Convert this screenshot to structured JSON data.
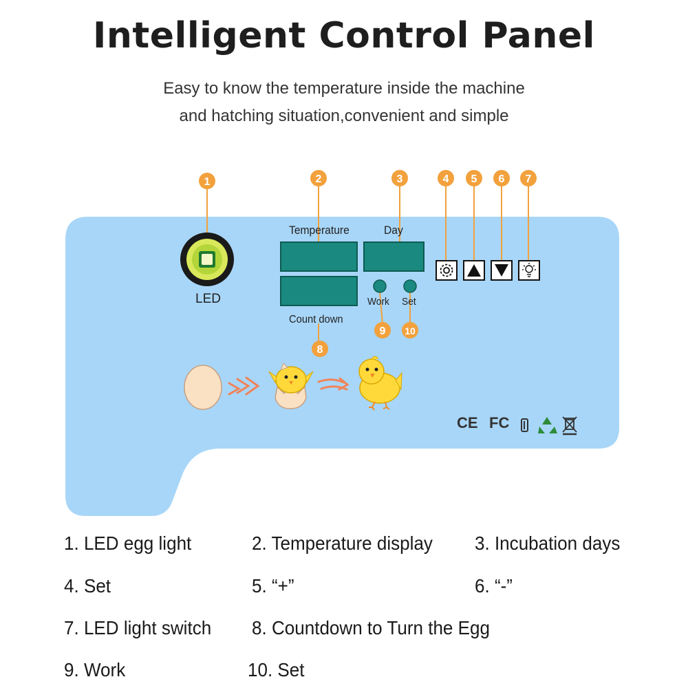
{
  "header": {
    "title": "Intelligent Control Panel",
    "subtitle_line1": "Easy to know the temperature inside the machine",
    "subtitle_line2": "and hatching situation,convenient and simple"
  },
  "panel": {
    "led_label": "LED",
    "temperature_label": "Temperature",
    "day_label": "Day",
    "countdown_label": "Count down",
    "work_label": "Work",
    "set_label": "Set",
    "markers": [
      "1",
      "2",
      "3",
      "4",
      "5",
      "6",
      "7",
      "8",
      "9",
      "10"
    ],
    "certifications": [
      "CE",
      "FC"
    ],
    "colors": {
      "panel_bg": "#a8d6f8",
      "display": "#1a8a80",
      "marker": "#f2a13c"
    }
  },
  "legend": [
    "1. LED egg light",
    "2. Temperature display",
    "3. Incubation days",
    "4. Set",
    "5. “+”",
    "6. “-”",
    "7. LED light switch",
    "8. Countdown to Turn the Egg",
    "9. Work",
    "10. Set"
  ]
}
